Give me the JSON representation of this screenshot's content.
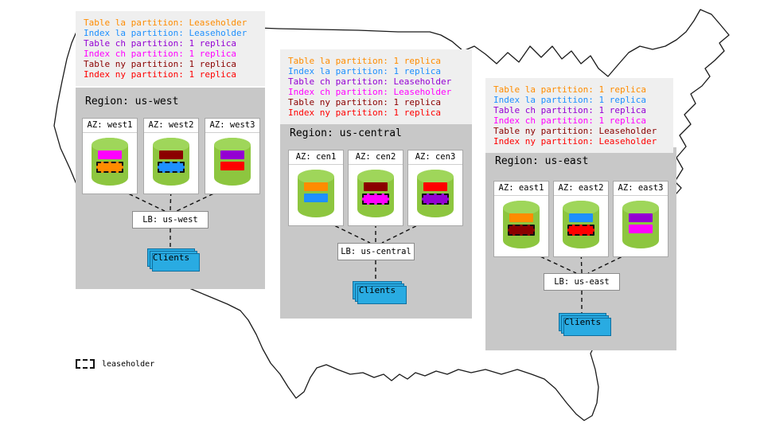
{
  "legend": {
    "label": "leaseholder"
  },
  "palette": {
    "table_la": "#FF8C00",
    "index_la": "#1E90FF",
    "table_ch": "#9400D3",
    "index_ch": "#FF00FF",
    "table_ny": "#8B0000",
    "index_ny": "#FF0000",
    "cylinder": "#8DC63F",
    "clients_blue": "#29ABE2",
    "region_bg": "#C8C8C8",
    "annotation_bg": "#EFEFEF"
  },
  "regions": [
    {
      "name": "us-west",
      "title": "Region: us-west",
      "lb_label": "LB: us-west",
      "clients_label": "Clients",
      "annotations": [
        {
          "text": "Table la partition: Leaseholder",
          "colorKey": "table_la"
        },
        {
          "text": "Index la partition: Leaseholder",
          "colorKey": "index_la"
        },
        {
          "text": "Table ch partition: 1 replica",
          "colorKey": "table_ch"
        },
        {
          "text": "Index ch partition: 1 replica",
          "colorKey": "index_ch"
        },
        {
          "text": "Table ny partition: 1 replica",
          "colorKey": "table_ny"
        },
        {
          "text": "Index ny partition: 1 replica",
          "colorKey": "index_ny"
        }
      ],
      "azs": [
        {
          "label": "AZ: west1",
          "bars": [
            {
              "colorKey": "index_ch",
              "leaseholder": false
            },
            {
              "colorKey": "table_la",
              "leaseholder": true
            }
          ]
        },
        {
          "label": "AZ: west2",
          "bars": [
            {
              "colorKey": "table_ny",
              "leaseholder": false
            },
            {
              "colorKey": "index_la",
              "leaseholder": true
            }
          ]
        },
        {
          "label": "AZ: west3",
          "bars": [
            {
              "colorKey": "table_ch",
              "leaseholder": false
            },
            {
              "colorKey": "index_ny",
              "leaseholder": false
            }
          ]
        }
      ]
    },
    {
      "name": "us-central",
      "title": "Region: us-central",
      "lb_label": "LB: us-central",
      "clients_label": "Clients",
      "annotations": [
        {
          "text": "Table la partition: 1 replica",
          "colorKey": "table_la"
        },
        {
          "text": "Index la partition: 1 replica",
          "colorKey": "index_la"
        },
        {
          "text": "Table ch partition: Leaseholder",
          "colorKey": "table_ch"
        },
        {
          "text": "Index ch partition: Leaseholder",
          "colorKey": "index_ch"
        },
        {
          "text": "Table ny partition: 1 replica",
          "colorKey": "table_ny"
        },
        {
          "text": "Index ny partition: 1 replica",
          "colorKey": "index_ny"
        }
      ],
      "azs": [
        {
          "label": "AZ: cen1",
          "bars": [
            {
              "colorKey": "table_la",
              "leaseholder": false
            },
            {
              "colorKey": "index_la",
              "leaseholder": false
            }
          ]
        },
        {
          "label": "AZ: cen2",
          "bars": [
            {
              "colorKey": "table_ny",
              "leaseholder": false
            },
            {
              "colorKey": "index_ch",
              "leaseholder": true
            }
          ]
        },
        {
          "label": "AZ: cen3",
          "bars": [
            {
              "colorKey": "index_ny",
              "leaseholder": false
            },
            {
              "colorKey": "table_ch",
              "leaseholder": true
            }
          ]
        }
      ]
    },
    {
      "name": "us-east",
      "title": "Region: us-east",
      "lb_label": "LB: us-east",
      "clients_label": "Clients",
      "annotations": [
        {
          "text": "Table la partition: 1 replica",
          "colorKey": "table_la"
        },
        {
          "text": "Index la partition: 1 replica",
          "colorKey": "index_la"
        },
        {
          "text": "Table ch partition: 1 replica",
          "colorKey": "table_ch"
        },
        {
          "text": "Index ch partition: 1 replica",
          "colorKey": "index_ch"
        },
        {
          "text": "Table ny partition: Leaseholder",
          "colorKey": "table_ny"
        },
        {
          "text": "Index ny partition: Leaseholder",
          "colorKey": "index_ny"
        }
      ],
      "azs": [
        {
          "label": "AZ: east1",
          "bars": [
            {
              "colorKey": "table_la",
              "leaseholder": false
            },
            {
              "colorKey": "table_ny",
              "leaseholder": true
            }
          ]
        },
        {
          "label": "AZ: east2",
          "bars": [
            {
              "colorKey": "index_la",
              "leaseholder": false
            },
            {
              "colorKey": "index_ny",
              "leaseholder": true
            }
          ]
        },
        {
          "label": "AZ: east3",
          "bars": [
            {
              "colorKey": "table_ch",
              "leaseholder": false
            },
            {
              "colorKey": "index_ch",
              "leaseholder": false
            }
          ]
        }
      ]
    }
  ]
}
